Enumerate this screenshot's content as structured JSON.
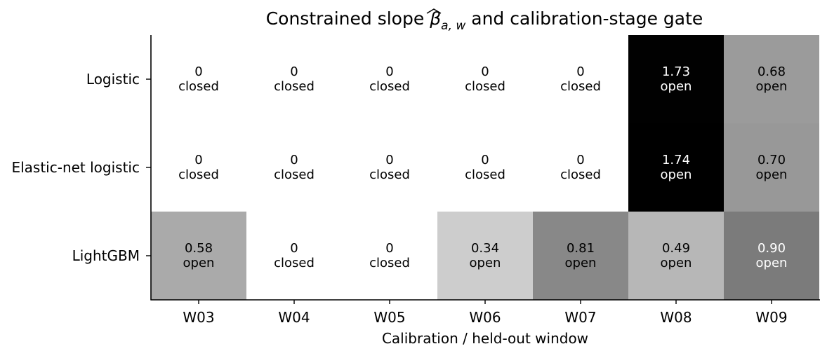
{
  "chart_data": {
    "type": "heatmap",
    "title": "Constrained slope β̂a,w and calibration-stage gate",
    "title_parts": {
      "prefix": "Constrained slope ",
      "symbol": "β",
      "subscript": "a, w",
      "suffix": " and calibration-stage gate"
    },
    "xlabel": "Calibration / held-out window",
    "ylabel": "",
    "x_categories": [
      "W03",
      "W04",
      "W05",
      "W06",
      "W07",
      "W08",
      "W09"
    ],
    "y_categories": [
      "Logistic",
      "Elastic-net logistic",
      "LightGBM"
    ],
    "values": [
      [
        0,
        0,
        0,
        0,
        0,
        1.73,
        0.68
      ],
      [
        0,
        0,
        0,
        0,
        0,
        1.74,
        0.7
      ],
      [
        0.58,
        0,
        0,
        0.34,
        0.81,
        0.49,
        0.9
      ]
    ],
    "value_labels": [
      [
        "0",
        "0",
        "0",
        "0",
        "0",
        "1.73",
        "0.68"
      ],
      [
        "0",
        "0",
        "0",
        "0",
        "0",
        "1.74",
        "0.70"
      ],
      [
        "0.58",
        "0",
        "0",
        "0.34",
        "0.81",
        "0.49",
        "0.90"
      ]
    ],
    "gate": [
      [
        "closed",
        "closed",
        "closed",
        "closed",
        "closed",
        "open",
        "open"
      ],
      [
        "closed",
        "closed",
        "closed",
        "closed",
        "closed",
        "open",
        "open"
      ],
      [
        "open",
        "closed",
        "closed",
        "open",
        "open",
        "open",
        "open"
      ]
    ],
    "colormap": "greys",
    "value_range": [
      0,
      1.74
    ],
    "grid": false,
    "legend": "none"
  }
}
